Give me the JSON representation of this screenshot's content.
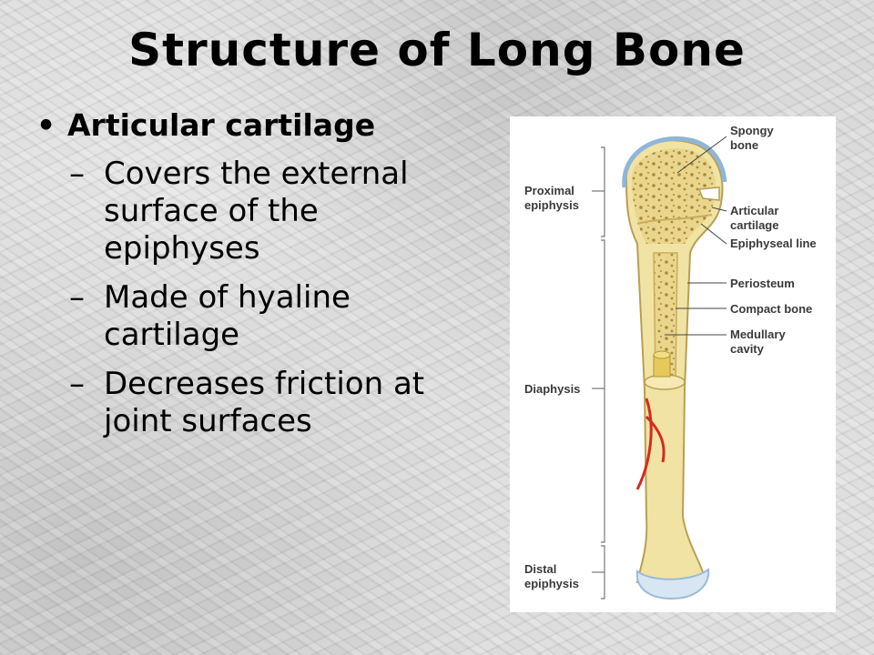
{
  "slide": {
    "title": "Structure of Long Bone",
    "main_bullet": "Articular cartilage",
    "sub_bullets": [
      "Covers the external surface of the epiphyses",
      "Made of hyaline cartilage",
      "Decreases friction at joint surfaces"
    ]
  },
  "figure": {
    "labels_left": [
      "Proximal epiphysis",
      "Diaphysis",
      "Distal epiphysis"
    ],
    "labels_right": [
      "Spongy bone",
      "Articular cartilage",
      "Epiphyseal line",
      "Periosteum",
      "Compact bone",
      "Medullary cavity"
    ]
  }
}
